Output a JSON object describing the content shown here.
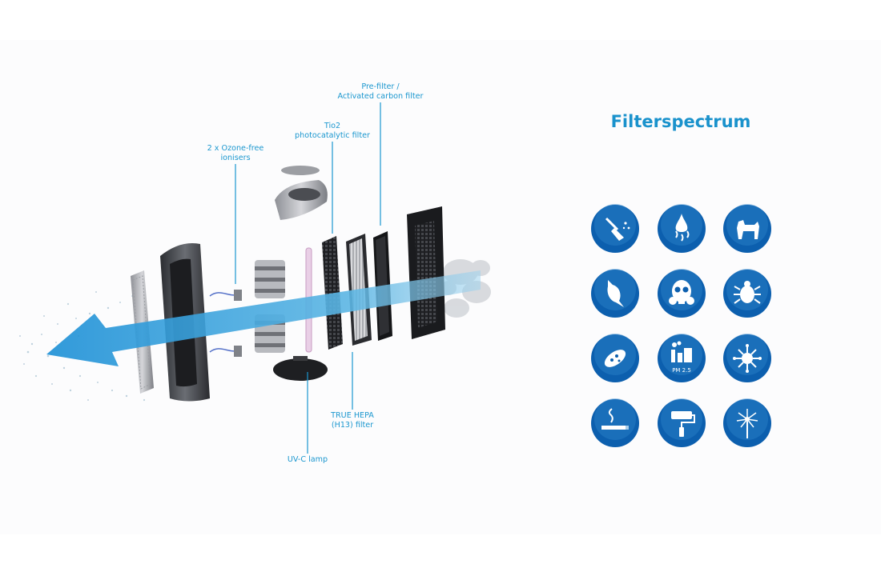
{
  "labels": {
    "prefilter_line1": "Pre-filter /",
    "prefilter_line2": "Activated carbon filter",
    "tio2_line1": "Tio2",
    "tio2_line2": "photocatalytic filter",
    "ionisers_line1": "2 x Ozone-free",
    "ionisers_line2": "ionisers",
    "hepa_line1": "TRUE HEPA",
    "hepa_line2": "(H13) filter",
    "uvc": "UV-C lamp"
  },
  "filterspectrum": {
    "title": "Filterspectrum",
    "badges": {
      "pm": "PM 2.5"
    },
    "icons": [
      "dust-sweeping-icon",
      "odour-nose-icon",
      "pet-dog-icon",
      "bird-icon",
      "gas-mask-icon",
      "dust-mite-icon",
      "bacteria-icon",
      "smog-pm25-icon",
      "virus-icon",
      "smoking-icon",
      "paint-roller-icon",
      "dandelion-pollen-icon"
    ]
  },
  "colors": {
    "accent": "#1b97cf",
    "icon_blue": "#0c5fae",
    "airflow": "#3aa8dd"
  }
}
